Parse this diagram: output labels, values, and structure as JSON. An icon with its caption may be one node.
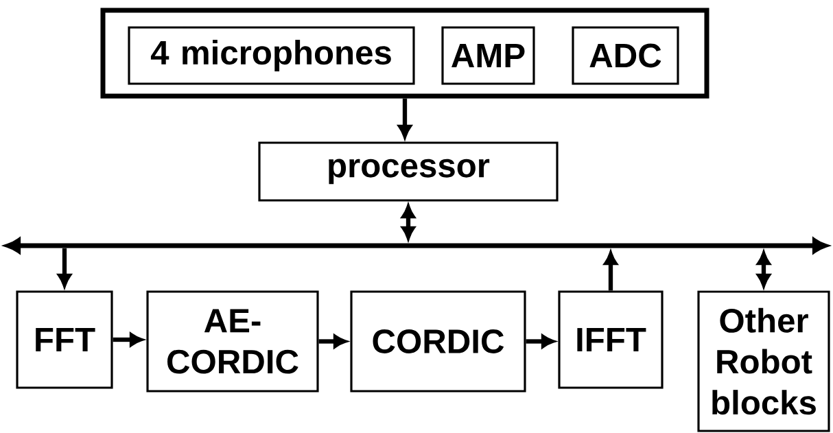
{
  "diagram": {
    "nodes": [
      {
        "text": [],
        "shape": "box"
      },
      {
        "text": [
          "4 microphones"
        ],
        "in": 0
      },
      {
        "text": [
          "AMP"
        ],
        "in": 0
      },
      {
        "text": [
          "ADC"
        ],
        "in": 0
      },
      {
        "text": [
          "processor"
        ]
      },
      {
        "text": [],
        "shape": "bar"
      },
      {
        "text": [
          "FFT"
        ]
      },
      {
        "text": [
          "AE- CORDIC"
        ]
      },
      {
        "text": [
          "CORDIC"
        ]
      },
      {
        "text": [
          "IFFT"
        ]
      },
      {
        "text": [
          "Other Robot blocks"
        ]
      }
    ],
    "edges": [
      {
        "from": 0,
        "to": 4,
        "arrow": "to"
      },
      {
        "from": 4,
        "to": 5,
        "arrow": "both"
      },
      {
        "from": 5,
        "to": 6,
        "arrow": "to"
      },
      {
        "from": 6,
        "to": 7,
        "arrow": "to"
      },
      {
        "from": 7,
        "to": 8,
        "arrow": "to"
      },
      {
        "from": 8,
        "to": 9,
        "arrow": "to"
      },
      {
        "from": 9,
        "to": 5,
        "arrow": "to"
      },
      {
        "from": 5,
        "to": 10,
        "arrow": "both"
      }
    ]
  }
}
